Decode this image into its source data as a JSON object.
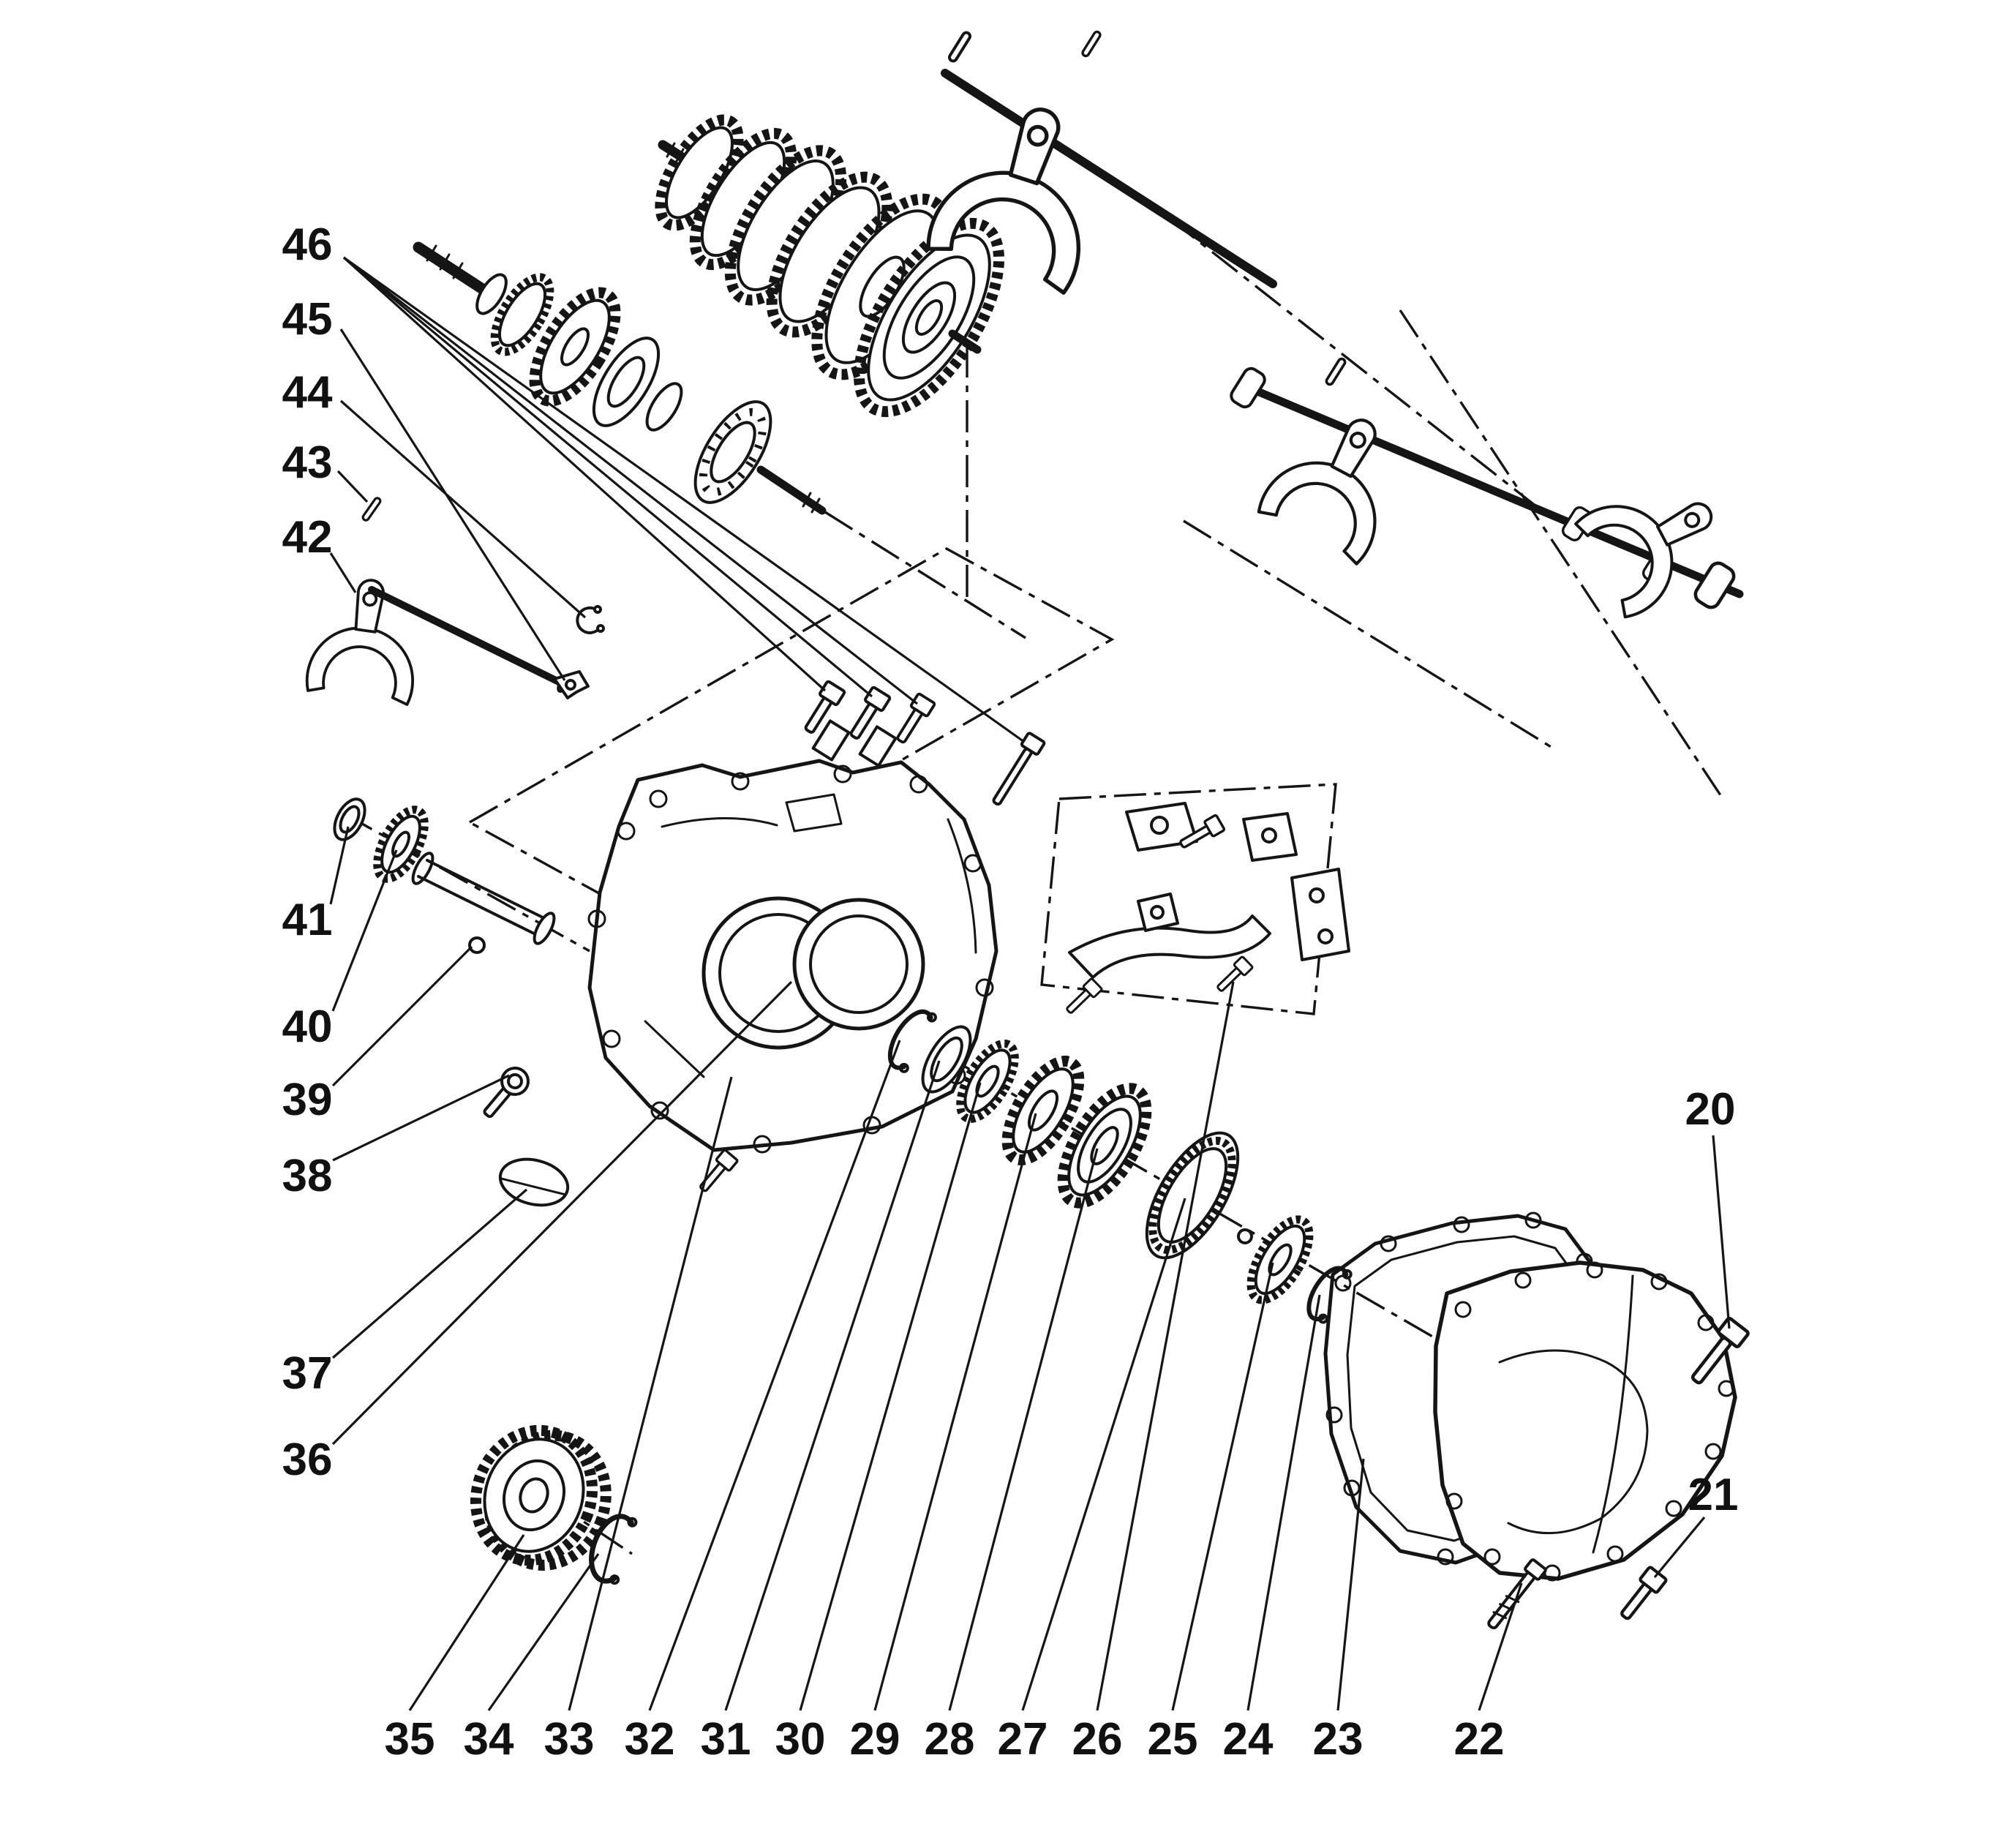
{
  "figure": {
    "colors": {
      "ink": "#151515",
      "background": "#ffffff"
    },
    "callouts": {
      "left": [
        "46",
        "45",
        "44",
        "43",
        "42",
        "41",
        "40",
        "39",
        "38",
        "37",
        "36"
      ],
      "bottom": [
        "35",
        "34",
        "33",
        "32",
        "31",
        "30",
        "29",
        "28",
        "27",
        "26",
        "25",
        "24",
        "23",
        "22"
      ],
      "right": [
        "20",
        "21"
      ]
    }
  }
}
